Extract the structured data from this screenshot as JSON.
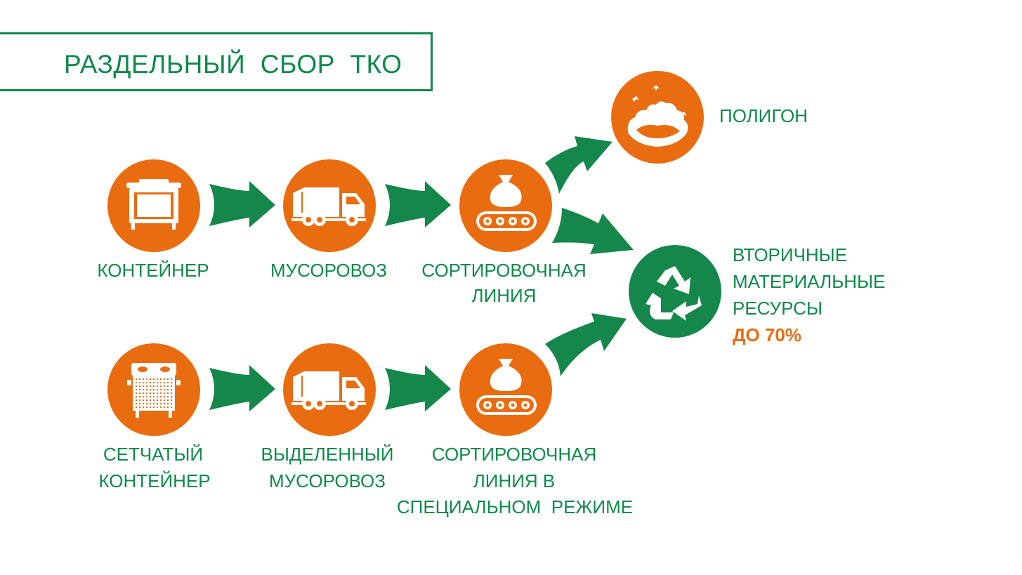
{
  "title": "РАЗДЕЛЬНЫЙ  СБОР  ТКО",
  "colors": {
    "accent_orange": "#e96d10",
    "accent_green": "#0e8a4a",
    "circle_green": "#15874b"
  },
  "row1": {
    "container": {
      "icon": "waste-bin-icon",
      "label": "КОНТЕЙНЕР"
    },
    "truck": {
      "icon": "garbage-truck-icon",
      "label": "МУСОРОВОЗ"
    },
    "sorting": {
      "icon": "sorting-conveyor-icon",
      "label_1": "СОРТИРОВОЧНАЯ",
      "label_2": "ЛИНИЯ"
    }
  },
  "row2": {
    "container": {
      "icon": "mesh-bin-icon",
      "label_1": "СЕТЧАТЫЙ",
      "label_2": "КОНТЕЙНЕР"
    },
    "truck": {
      "icon": "garbage-truck-icon",
      "label_1": "ВЫДЕЛЕННЫЙ",
      "label_2": "МУСОРОВОЗ"
    },
    "sorting": {
      "icon": "sorting-conveyor-icon",
      "label_1": "СОРТИРОВОЧНАЯ",
      "label_2": "ЛИНИЯ В",
      "label_3": "СПЕЦИАЛЬНОМ  РЕЖИМЕ"
    }
  },
  "landfill": {
    "icon": "landfill-icon",
    "label": "ПОЛИГОН"
  },
  "recycling": {
    "icon": "recycle-icon",
    "label_1": "ВТОРИЧНЫЕ",
    "label_2": "МАТЕРИАЛЬНЫЕ",
    "label_3": "РЕСУРСЫ",
    "percent": "ДО 70%"
  }
}
